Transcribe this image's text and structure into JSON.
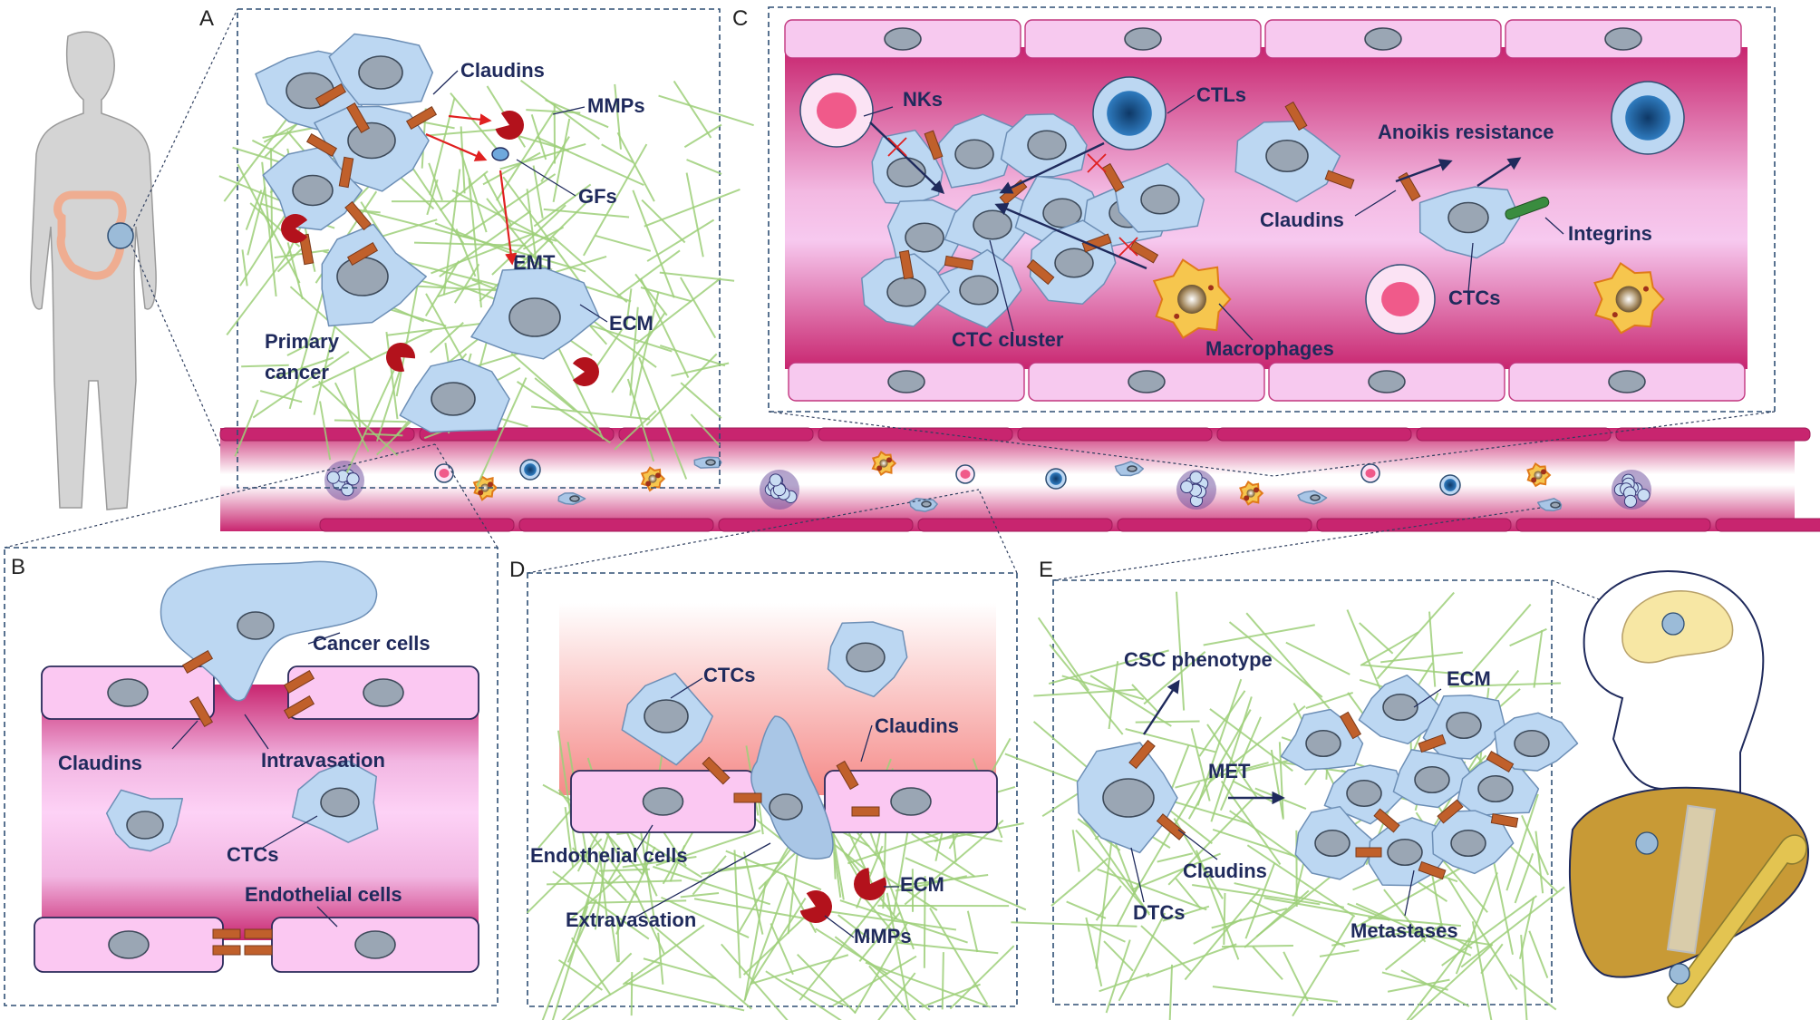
{
  "panels": {
    "A": {
      "letter": "A",
      "labels": {
        "claudins": "Claudins",
        "mmps": "MMPs",
        "gfs": "GFs",
        "emt": "EMT",
        "ecm": "ECM",
        "primary_line1": "Primary",
        "primary_line2": "cancer"
      }
    },
    "B": {
      "letter": "B",
      "labels": {
        "cancer_cells": "Cancer cells",
        "claudins": "Claudins",
        "intravasation": "Intravasation",
        "ctcs": "CTCs",
        "endothelial_cells": "Endothelial cells"
      }
    },
    "C": {
      "letter": "C",
      "labels": {
        "nks": "NKs",
        "ctls": "CTLs",
        "anoikis": "Anoikis resistance",
        "claudins": "Claudins",
        "integrins": "Integrins",
        "ctcs": "CTCs",
        "ctc_cluster": "CTC cluster",
        "macrophages": "Macrophages"
      }
    },
    "D": {
      "letter": "D",
      "labels": {
        "ctcs": "CTCs",
        "claudins": "Claudins",
        "endothelial_cells": "Endothelial cells",
        "ecm": "ECM",
        "extravasation": "Extravasation",
        "mmps": "MMPs"
      }
    },
    "E": {
      "letter": "E",
      "labels": {
        "csc": "CSC phenotype",
        "ecm": "ECM",
        "met": "MET",
        "claudins": "Claudins",
        "dtcs": "DTCs",
        "metastases": "Metastases"
      }
    }
  },
  "colors": {
    "label_text": "#1f2a5c",
    "cell_fill": "#bcd7f2",
    "nucleus": "#9aa6b4",
    "claudin": "#c0602b",
    "vessel_magenta": "#c8256f",
    "endothelial": "#fbc8f2",
    "fiber_green": "#9ed07a",
    "mmp_red": "#b3121c",
    "macrophage": "#f59a2a",
    "ctl_blue": "#1d5d97",
    "nk_pink": "#f05a8a"
  }
}
